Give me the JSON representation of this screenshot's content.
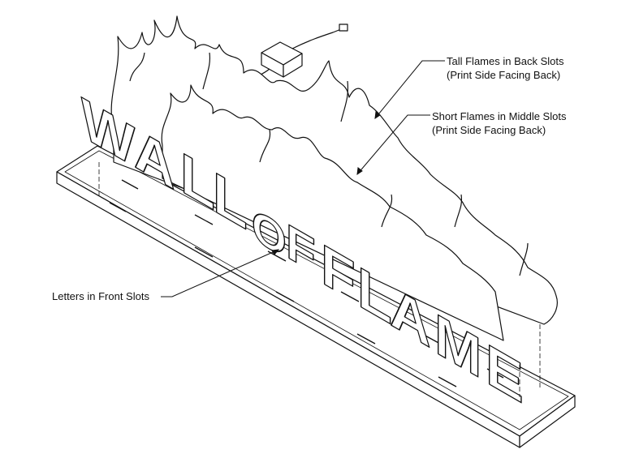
{
  "callouts": {
    "tall_flames": {
      "line1": "Tall Flames in Back Slots",
      "line2": "(Print Side Facing Back)"
    },
    "short_flames": {
      "line1": "Short Flames in Middle Slots",
      "line2": "(Print Side Facing Back)"
    },
    "letters": {
      "line1": "Letters in Front Slots"
    }
  },
  "sign_letters": [
    "W",
    "A",
    "L",
    "L",
    "O",
    "F",
    "F",
    "L",
    "A",
    "M",
    "E"
  ],
  "logo_text": "WALL OF FLAME"
}
